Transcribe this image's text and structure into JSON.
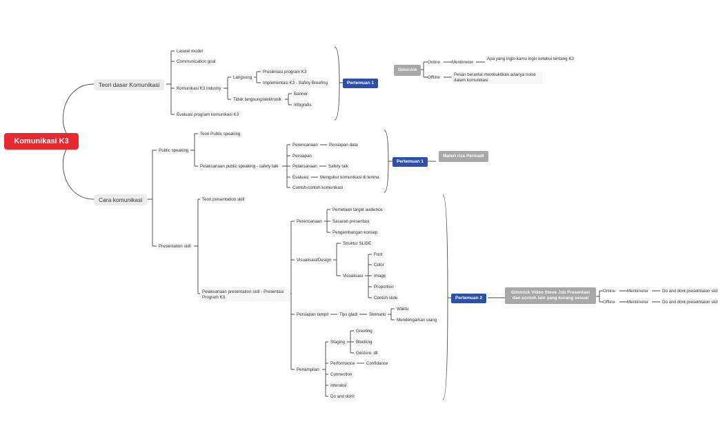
{
  "root": "Komunikasi K3",
  "teori": {
    "label": "Teori dasar Komunikasi",
    "laswel": "Laswel model",
    "goal": "Communication goal",
    "k3industry": "Komunikasi K3 industry",
    "langsung": "Langsung",
    "presentasi_program": "Presentasi program K3",
    "implementasi": "Implementasi K3 - Safety Breefing",
    "tidak_langsung": "Tidak langsung/elektronik",
    "banner": "Banner",
    "infografis": "Infografis",
    "evaluasi": "Evaluasi program komunikasi K3"
  },
  "pertemuan1a": "Pertemuan 1",
  "gimmick": {
    "label": "Gimmick",
    "online": "Online",
    "mentimeter": "Mentimeter",
    "apa": "Apa yang ingin kamu ingin ketahui tentang K3",
    "offline": "Offline",
    "pesan": "Pesan berantai membuktikan adanya noise dalam komunikasi"
  },
  "cara": {
    "label": "Cara komunikasi",
    "public": "Public speaking",
    "teori_public": "Teori Public speaking",
    "pelaksanaan_public": "Pelaksanaan public speaking -  safety talk",
    "perencanaan": "Perencanaan",
    "persiapan_data": "Persiapan data",
    "persiapan": "Persiapan",
    "pelaksanaan": "Pelaksanaan",
    "safety_talk": "Safety talk",
    "evaluasi": "Evaluasi",
    "mengukur": "Mengukur komunikasi di terima",
    "contoh": "Contoh-contoh komunikasi",
    "pertemuan1b": "Pertemuan 1",
    "materi": "Materi riza Permadi"
  },
  "pres": {
    "label": "Presentation skill",
    "teori": "Teori presentation skill",
    "pelaksanaan": "Pelaksanaan presentation skill - Presentasi Program K3",
    "perencanaan": "Perencanaan",
    "pemetaan": "Pemetaan target audience",
    "sasaran": "Sasaran presentasi",
    "pengembangan": "Pengembangan konsep",
    "visualisasi_design": "Visualisasi/Design",
    "struktur": "Struktur SLIDE",
    "visualisasi": "Visualisasi",
    "font": "Font",
    "color": "Color",
    "image": "Image",
    "proportion": "Proportion",
    "contoh_slide": "Contoh slide",
    "persiapan_tampil": "Persiapan tampil",
    "tips": "Tips gladi",
    "skenario": "Skenario",
    "waktu": "Waktu",
    "mendengarkan": "Mendengarkan ulang",
    "penampilan": "Penampilan",
    "staging": "Staging",
    "greeting": "Greeting",
    "blocking": "Blocking",
    "gesture": "Gesture, dll",
    "performance": "Performance",
    "confidance": "Confidance",
    "connection": "Connection",
    "interaksi": "Interaksi",
    "dodont": "Do and don't",
    "pertemuan2": "Pertemuan 2",
    "gimmick_video": "Gimmick Video Steve Job Presentasi dan contoh lain yang kurang sesuai",
    "online": "Online",
    "mentimeter1": "Mentimeter",
    "do1": "Do and dont presetntaion skil",
    "offline": "Offline",
    "mentimeter2": "Mentimeter",
    "do2": "Do and dont presetntaion skil"
  },
  "colors": {
    "root": "#e8272f",
    "pertemuan": "#2e4fa6",
    "gray": "#a8a8a8"
  }
}
